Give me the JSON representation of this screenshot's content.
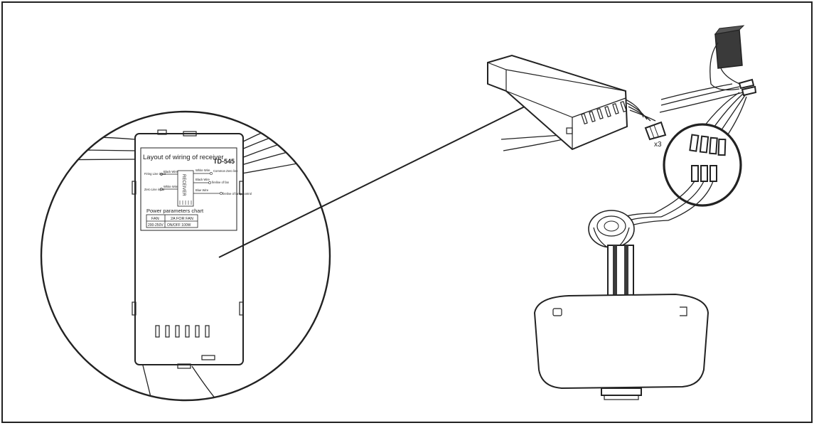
{
  "panel_title": "Layout of wiring of receiver",
  "model": "TD-545",
  "receiver_label": "RECEIVER",
  "wiring_labels": {
    "firing_line_input": "Firing Line input",
    "zero_line_input": "Zero Line input",
    "black_wire_left": "Black Wire",
    "white_wire_left": "White Wire",
    "white_wire_right": "White Wire",
    "black_wire_right": "Black Wire",
    "blue_wire_right": "Blue Wire",
    "common_zero_line": "Common Zero line",
    "fireline_of_fan": "fireline of fan",
    "fireline_of_lamp_control": "fireline of lamp control"
  },
  "power_chart": {
    "title": "Power parameters chart",
    "header": [
      "FAN",
      "2A FOR FAN"
    ],
    "row": [
      "200-250V",
      "ON/OFF 100W"
    ]
  },
  "connector_count": "x3",
  "colors": {
    "line": "#222222",
    "fill_dark": "#3a3a3a",
    "background": "#ffffff"
  }
}
